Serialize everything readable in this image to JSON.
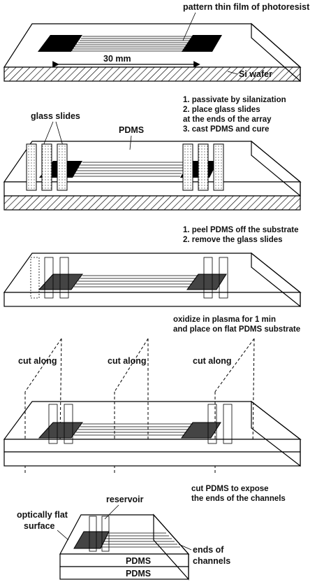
{
  "panel1": {
    "label_top": "pattern thin film of photoresist",
    "dimension": "30 mm",
    "substrate": "Si wafer"
  },
  "panel2": {
    "steps": [
      "1.  passivate by silanization",
      "2.  place glass slides",
      "at the ends of the array",
      "3.  cast PDMS and cure"
    ],
    "glass_label": "glass slides",
    "pdms_label": "PDMS"
  },
  "panel3": {
    "steps": [
      "1.  peel PDMS off the substrate",
      "2.  remove the glass slides"
    ]
  },
  "panel4": {
    "steps": [
      "oxidize in plasma for 1 min",
      "and place on flat PDMS substrate"
    ],
    "cut_labels": [
      "cut along",
      "cut along",
      "cut along"
    ]
  },
  "panel5": {
    "steps": [
      "cut PDMS to expose",
      "the ends of the channels"
    ],
    "reservoir": "reservoir",
    "optically_flat": [
      "optically flat",
      "surface"
    ],
    "ends_label": [
      "ends of",
      "channels"
    ],
    "pdms_layers": [
      "PDMS",
      "PDMS"
    ]
  }
}
